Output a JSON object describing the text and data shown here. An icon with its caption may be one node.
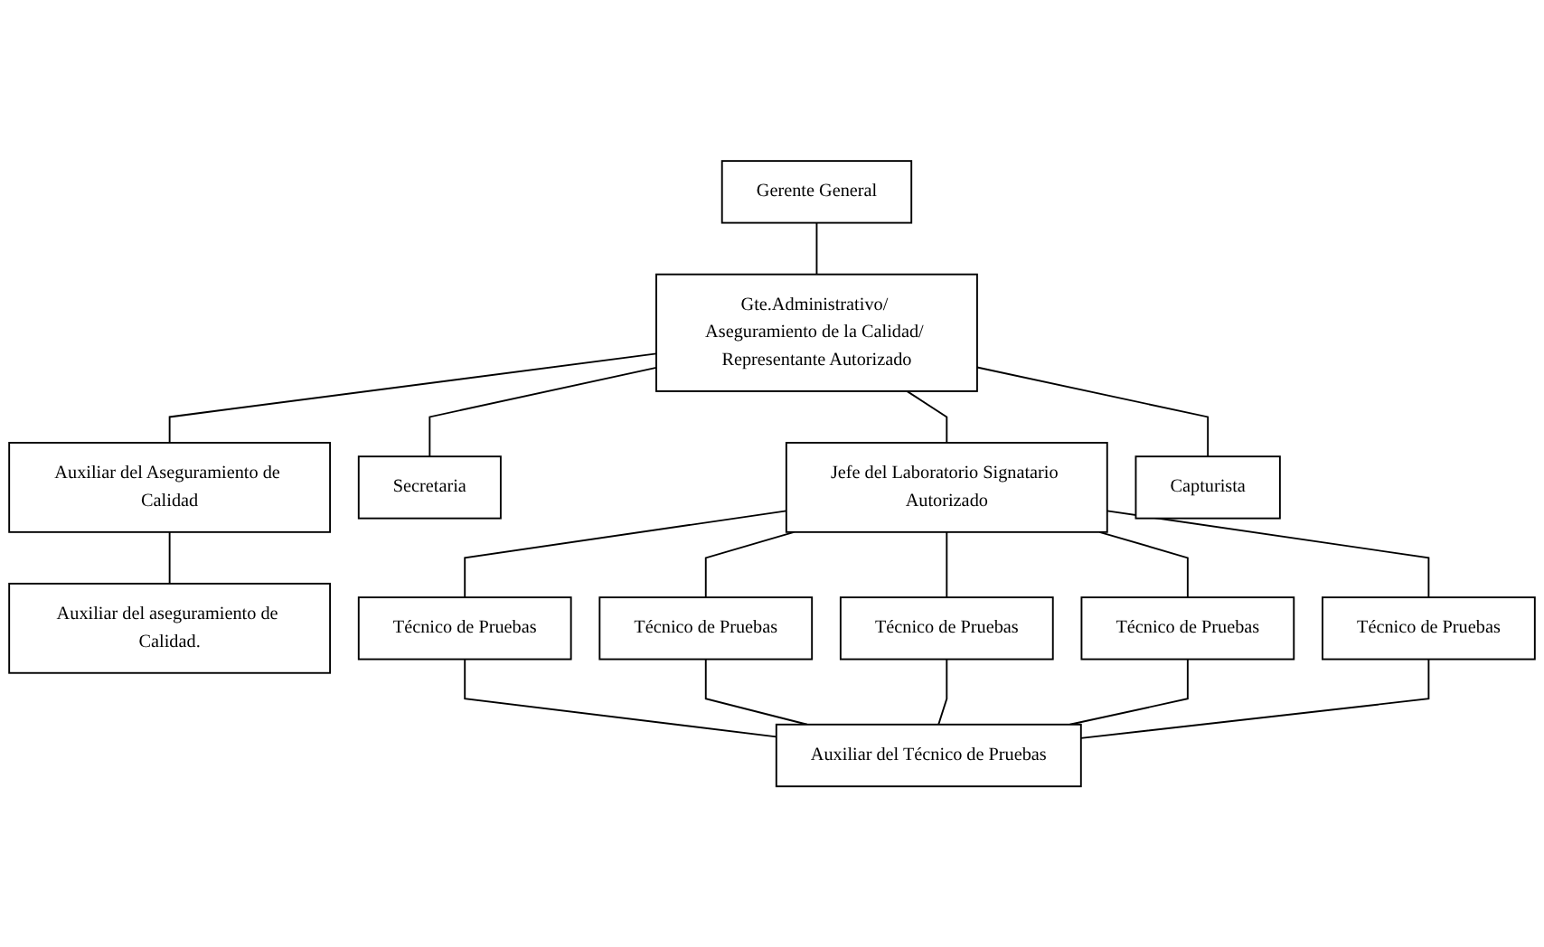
{
  "diagram": {
    "nodes": [
      {
        "text": [
          "Gerente General"
        ]
      },
      {
        "text": [
          "Gte.Administrativo/ Aseguramiento de la Calidad/ Representante Autorizado"
        ]
      },
      {
        "text": [
          "Auxiliar del Aseguramiento de Calidad"
        ]
      },
      {
        "text": [
          "Secretaria"
        ]
      },
      {
        "text": [
          "Auxiliar del aseguramiento de Calidad."
        ]
      },
      {
        "text": [
          "Jefe del Laboratorio Signatario Autorizado"
        ]
      },
      {
        "text": [
          "Capturista"
        ]
      },
      {
        "text": [
          "Técnico de Pruebas"
        ]
      },
      {
        "text": [
          "Técnico de Pruebas"
        ]
      },
      {
        "text": [
          "Técnico de Pruebas"
        ]
      },
      {
        "text": [
          "Técnico de Pruebas"
        ]
      },
      {
        "text": [
          "Técnico de Pruebas"
        ]
      },
      {
        "text": [
          "Auxiliar del Técnico de Pruebas"
        ]
      }
    ],
    "edges": [
      {
        "from": 0,
        "to": 1,
        "arrow": "none"
      },
      {
        "from": 1,
        "to": 2,
        "arrow": "none"
      },
      {
        "from": 1,
        "to": 3,
        "arrow": "none"
      },
      {
        "from": 1,
        "to": 6,
        "arrow": "none"
      },
      {
        "from": 1,
        "to": 5,
        "arrow": "none"
      },
      {
        "from": 2,
        "to": 4,
        "arrow": "none"
      },
      {
        "from": 5,
        "to": 7,
        "arrow": "none"
      },
      {
        "from": 5,
        "to": 10,
        "arrow": "none"
      },
      {
        "from": 5,
        "to": 8,
        "arrow": "none"
      },
      {
        "from": 5,
        "to": 11,
        "arrow": "none"
      },
      {
        "from": 5,
        "to": 9,
        "arrow": "none"
      },
      {
        "from": 7,
        "to": 12,
        "arrow": "none"
      },
      {
        "from": 10,
        "to": 12,
        "arrow": "none"
      },
      {
        "from": 8,
        "to": 12,
        "arrow": "none"
      },
      {
        "from": 11,
        "to": 12,
        "arrow": "none"
      },
      {
        "from": 9,
        "to": 12,
        "arrow": "none"
      }
    ]
  }
}
